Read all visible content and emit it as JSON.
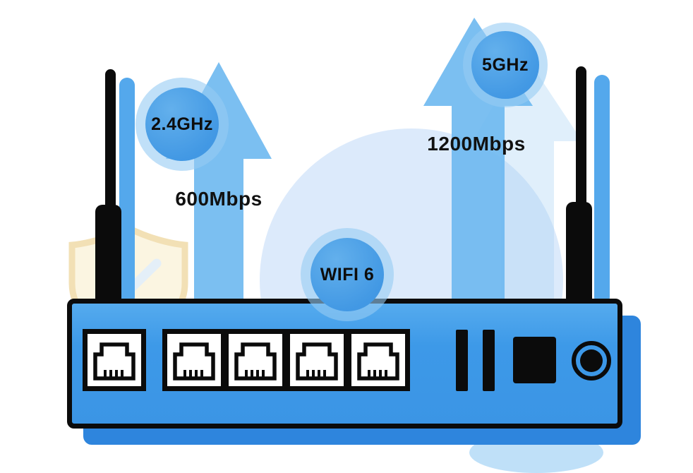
{
  "labels": {
    "band24_freq": "2.4GHz",
    "band24_speed": "600Mbps",
    "band5_freq": "5GHz",
    "band5_speed": "1200Mbps",
    "wifi": "WIFI 6"
  },
  "colors": {
    "router_blue": "#3d99e8",
    "router_shadow_blue": "#2e85dd",
    "arrow_blue": "#6db8f0",
    "badge_blue": "#4d9fe3",
    "halo_blue": "#9ccaf1",
    "background_circle": "#dceafb",
    "outline_black": "#0b0b0b",
    "port_fill": "#ffffff",
    "shield_yellow": "#e8c879"
  }
}
